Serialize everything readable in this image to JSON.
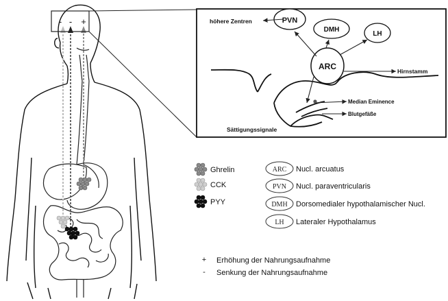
{
  "inset": {
    "higher_centers": "höhere Zentren",
    "brainstem": "Hirnstamm",
    "median_eminence": "Median Eminence",
    "blood_vessels": "Blutgefäße",
    "satiety_signals": "Sättigungssignale",
    "nuclei": [
      "PVN",
      "DMH",
      "LH",
      "ARC"
    ]
  },
  "head_box_signs": [
    "-",
    "-",
    "+"
  ],
  "hormones": [
    {
      "name": "Ghrelin",
      "color": "#8a8a8a"
    },
    {
      "name": "CCK",
      "color": "#c8c8c8"
    },
    {
      "name": "PYY",
      "color": "#111111"
    }
  ],
  "nuclei_legend": [
    {
      "abbr": "ARC",
      "name": "Nucl. arcuatus"
    },
    {
      "abbr": "PVN",
      "name": "Nucl. paraventricularis"
    },
    {
      "abbr": "DMH",
      "name": "Dorsomedialer hypothalamischer Nucl."
    },
    {
      "abbr": "LH",
      "name": "Lateraler Hypothalamus"
    }
  ],
  "effects": [
    {
      "sign": "+",
      "text": "Erhöhung der Nahrungsaufnahme"
    },
    {
      "sign": "-",
      "text": "Senkung der Nahrungsaufnahme"
    }
  ]
}
